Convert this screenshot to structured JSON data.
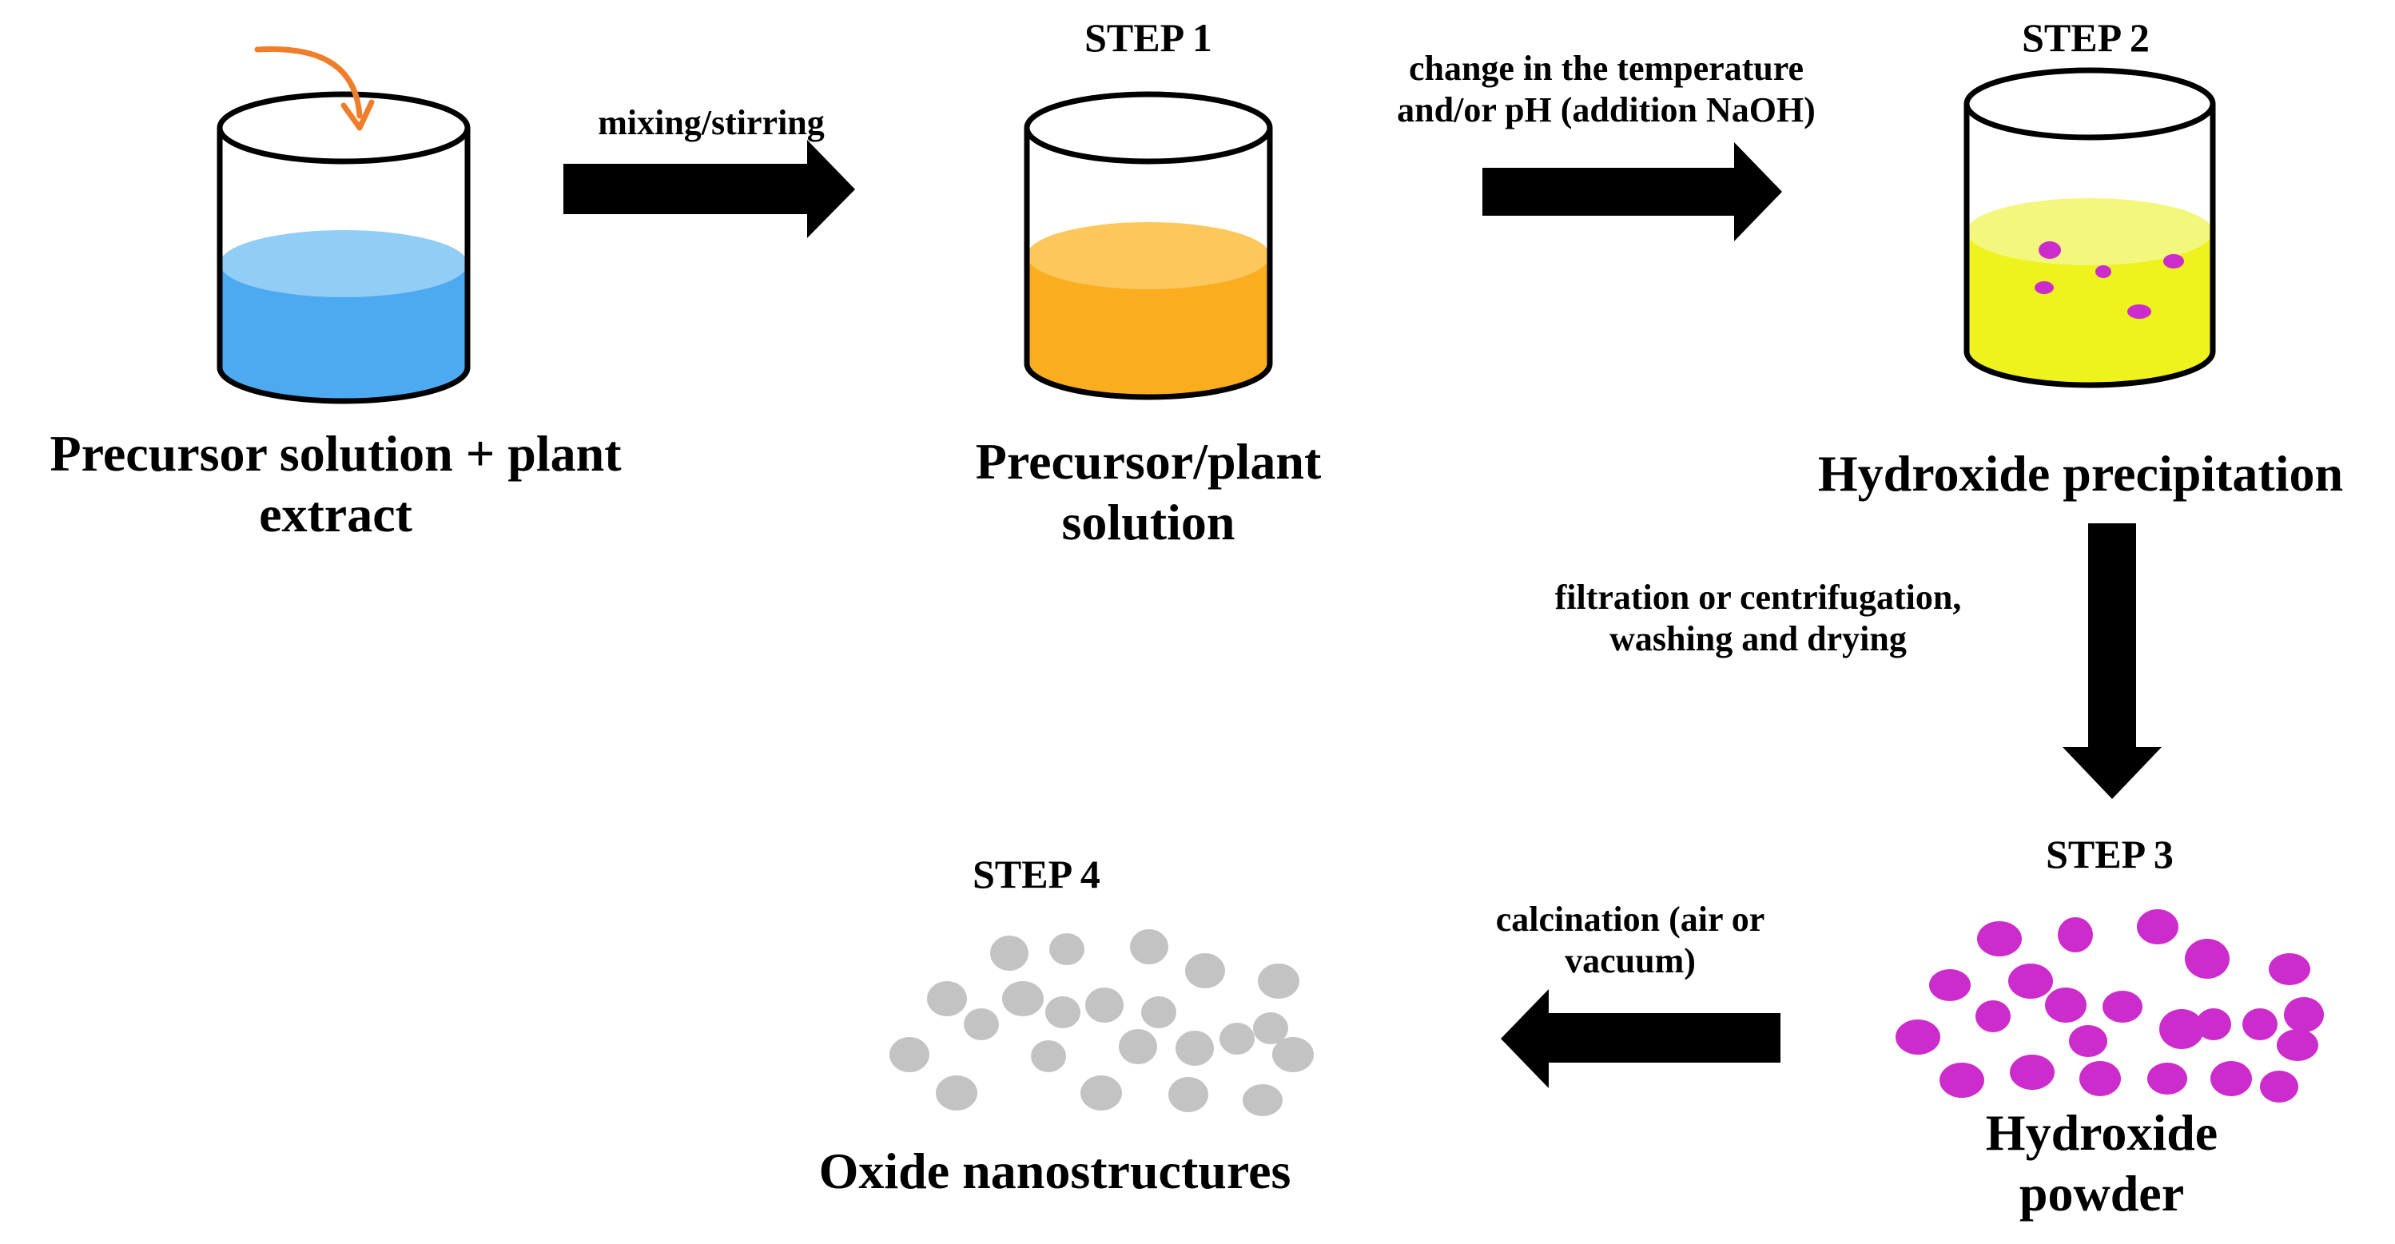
{
  "colors": {
    "background": "#ffffff",
    "outline": "#000000",
    "arrow": "#000000",
    "stir_arrow": "#f07d2a",
    "blue_liquid": "#4daaf0",
    "blue_liquid_top": "#92cdf5",
    "orange_liquid": "#f9ad1f",
    "orange_liquid_top": "#fdc75b",
    "yellow_liquid": "#eef21d",
    "yellow_liquid_top": "#f4f77e",
    "precipitate": "#cc2ccc",
    "oxide": "#c3c3c3"
  },
  "icons": {
    "stir": "curved-arrow-icon",
    "beaker": "beaker-icon",
    "flow": "block-arrow-icon"
  },
  "beaker_start": {
    "caption_line1": "Precursor solution + plant",
    "caption_line2": "extract"
  },
  "step1": {
    "title": "STEP 1",
    "caption_line1": "Precursor/plant",
    "caption_line2": "solution"
  },
  "step2": {
    "title": "STEP 2",
    "caption": "Hydroxide precipitation"
  },
  "step3": {
    "title": "STEP 3",
    "caption_line1": "Hydroxide",
    "caption_line2": "powder"
  },
  "step4": {
    "title": "STEP 4",
    "caption": "Oxide nanostructures"
  },
  "arrows": {
    "mixing": "mixing/stirring",
    "temp_line1": "change in the temperature",
    "temp_line2": "and/or pH (addition NaOH)",
    "filtration_line1": "filtration or centrifugation,",
    "filtration_line2": "washing and drying",
    "calcination_line1": "calcination (air or",
    "calcination_line2": "vacuum)"
  }
}
